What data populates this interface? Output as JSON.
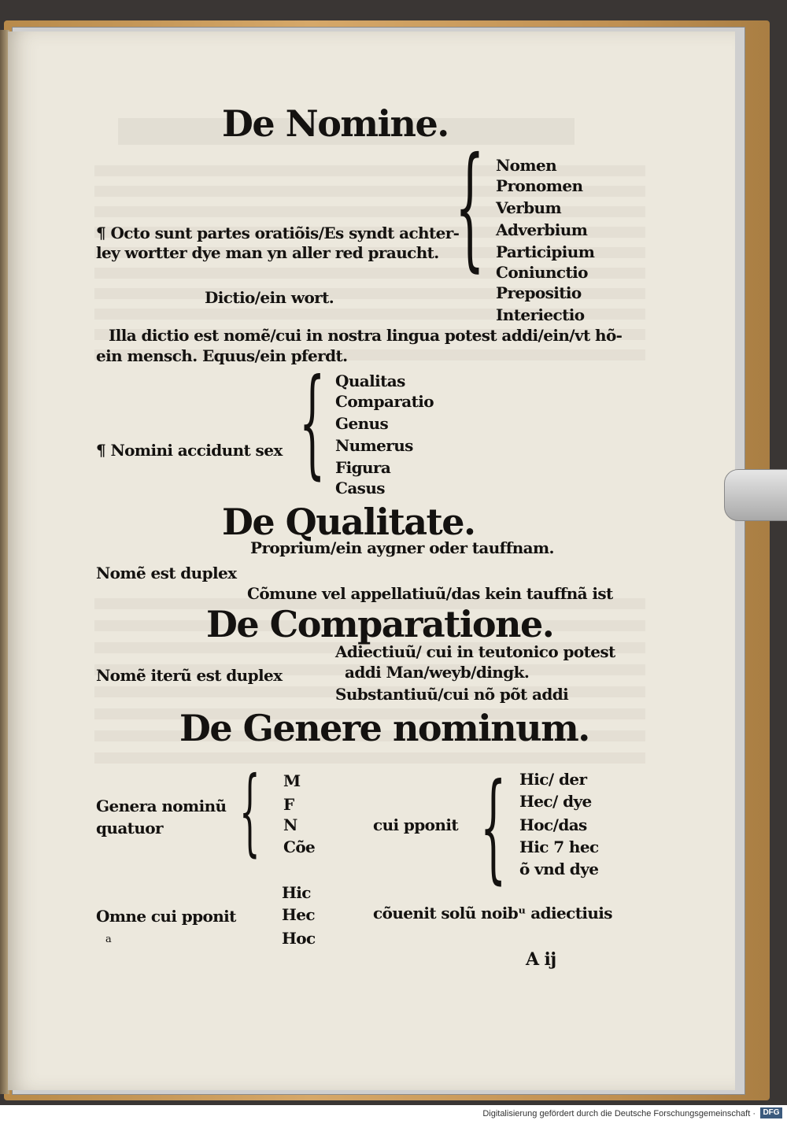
{
  "page": {
    "heading_nomine": "De Nomine.",
    "partes_intro_1": "¶ Octo sunt partes oratiõis/Es syndt achter-",
    "partes_intro_2": "ley wortter dye man yn aller red praucht.",
    "dictio": "Dictio/ein wort.",
    "parts_of_speech": [
      "Nomen",
      "Pronomen",
      "Verbum",
      "Adverbium",
      "Participium",
      "Coniunctio",
      "Prepositio",
      "Interiectio"
    ],
    "illa_dictio_1": "Illa dictio est nomẽ/cui in nostra lingua potest addi/ein/vt hõ-",
    "illa_dictio_2": "ein mensch.  Equus/ein pferdt.",
    "accidunt": "¶ Nomini accidunt sex",
    "accidents": [
      "Qualitas",
      "Comparatio",
      "Genus",
      "Numerus",
      "Figura",
      "Casus"
    ],
    "heading_qualitate": "De Qualitate.",
    "proprium": "Proprium/ein aygner oder tauffnam.",
    "nome_duplex_1": "Nomẽ est duplex",
    "comune": "Cõmune vel appellatiuũ/das kein tauffnã ist",
    "heading_comparatione": "De Comparatione.",
    "adiectiuum": "Adiectiuũ/ cui in teutonico potest",
    "nome_duplex_2": "Nomẽ iterũ est duplex",
    "addi_man": "addi Man/weyb/dingk.",
    "substantiuum": "Substantiuũ/cui nõ põt addi",
    "heading_genere": "De Genere nominum.",
    "genera_1": "Genera nominũ",
    "genera_2": "quatuor",
    "genders": [
      "M",
      "F",
      "N",
      "Cõe"
    ],
    "cui_preponitur": "cui pponit",
    "articles": [
      "Hic/ der",
      "Hec/ dye",
      "Hoc/das",
      "Hic 7 hec",
      "õ vnd dye"
    ],
    "pronouns": [
      "Hic",
      "Hec",
      "Hoc"
    ],
    "omne": "Omne cui pponit",
    "conuenit": "cõuenit solũ noibᵘ adiectiuis",
    "signature": "A ij",
    "small_mark": "a",
    "brace_char": "{"
  },
  "footer": {
    "text": "Digitalisierung gefördert durch die Deutsche Forschungsgemeinschaft ·",
    "logo": "DFG"
  },
  "colors": {
    "paper": "#ece8dd",
    "ink": "#141210",
    "board": "#d6a869"
  }
}
